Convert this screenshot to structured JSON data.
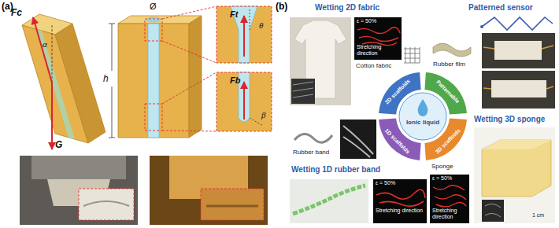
{
  "diagram": {
    "nodes": [
      {
        "text": [
          "Wetting 2D fabric"
        ]
      },
      {
        "text": [
          "Patterned sensor"
        ]
      },
      {
        "text": [
          "Wetting 1D rubber band"
        ]
      },
      {
        "text": [
          "Wetting 3D sponge"
        ]
      },
      {
        "text": [
          "2D scaffolds"
        ]
      },
      {
        "text": [
          "Patternable"
        ]
      },
      {
        "text": [
          "1D scaffolds"
        ]
      },
      {
        "text": [
          "3D scaffolds"
        ]
      },
      {
        "text": [
          "Ionic liquid"
        ]
      }
    ],
    "labels": [
      "(a)",
      "Fc",
      "α",
      "G",
      "Ø",
      "h",
      "Ft",
      "θ",
      "Fb",
      "β",
      "(b)",
      "Cotton fabric",
      "Rubber film",
      "Rubber band",
      "Sponge",
      "ε = 50%",
      "Stretching direction",
      "ε = 50%",
      "Stretching direction",
      "ε = 50%",
      "Stretching direction",
      "1 cm"
    ]
  }
}
